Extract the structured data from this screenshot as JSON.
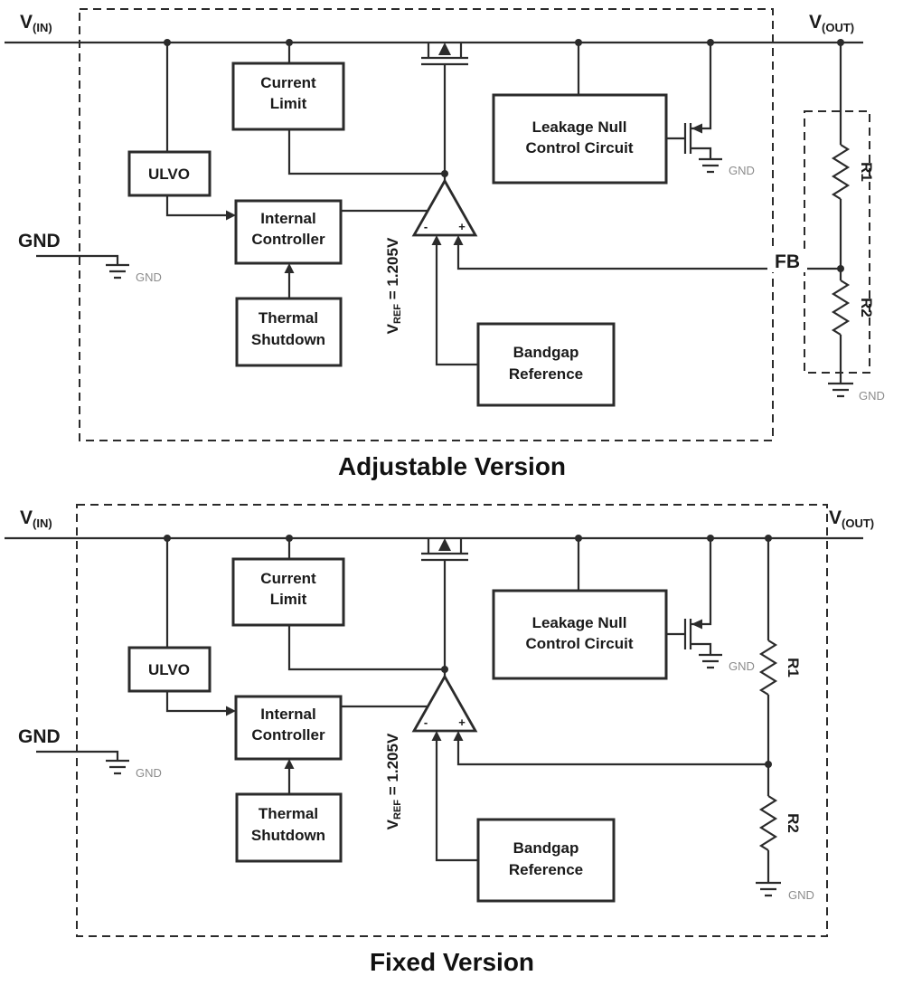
{
  "diagrams": [
    {
      "title": "Adjustable Version"
    },
    {
      "title": "Fixed Version"
    }
  ],
  "labels": {
    "v": "V",
    "in_sub": "(IN)",
    "out_sub": "(OUT)",
    "gnd": "GND",
    "fb": "FB",
    "ulvo": "ULVO",
    "current_limit_line1": "Current",
    "current_limit_line2": "Limit",
    "internal_controller_line1": "Internal",
    "internal_controller_line2": "Controller",
    "thermal_shutdown_line1": "Thermal",
    "thermal_shutdown_line2": "Shutdown",
    "leakage_null_line1": "Leakage Null",
    "leakage_null_line2": "Control Circuit",
    "bandgap_line1": "Bandgap",
    "bandgap_line2": "Reference",
    "vref_v": "V",
    "vref_sub": "REF",
    "vref_value": " = 1.205V",
    "r1": "R1",
    "r2": "R2",
    "amp_minus": "-",
    "amp_plus": "+"
  },
  "colors": {
    "line": "#2b2b2b",
    "text": "#1a1a1a",
    "muted_text": "#8c8c8c",
    "background": "#ffffff"
  }
}
